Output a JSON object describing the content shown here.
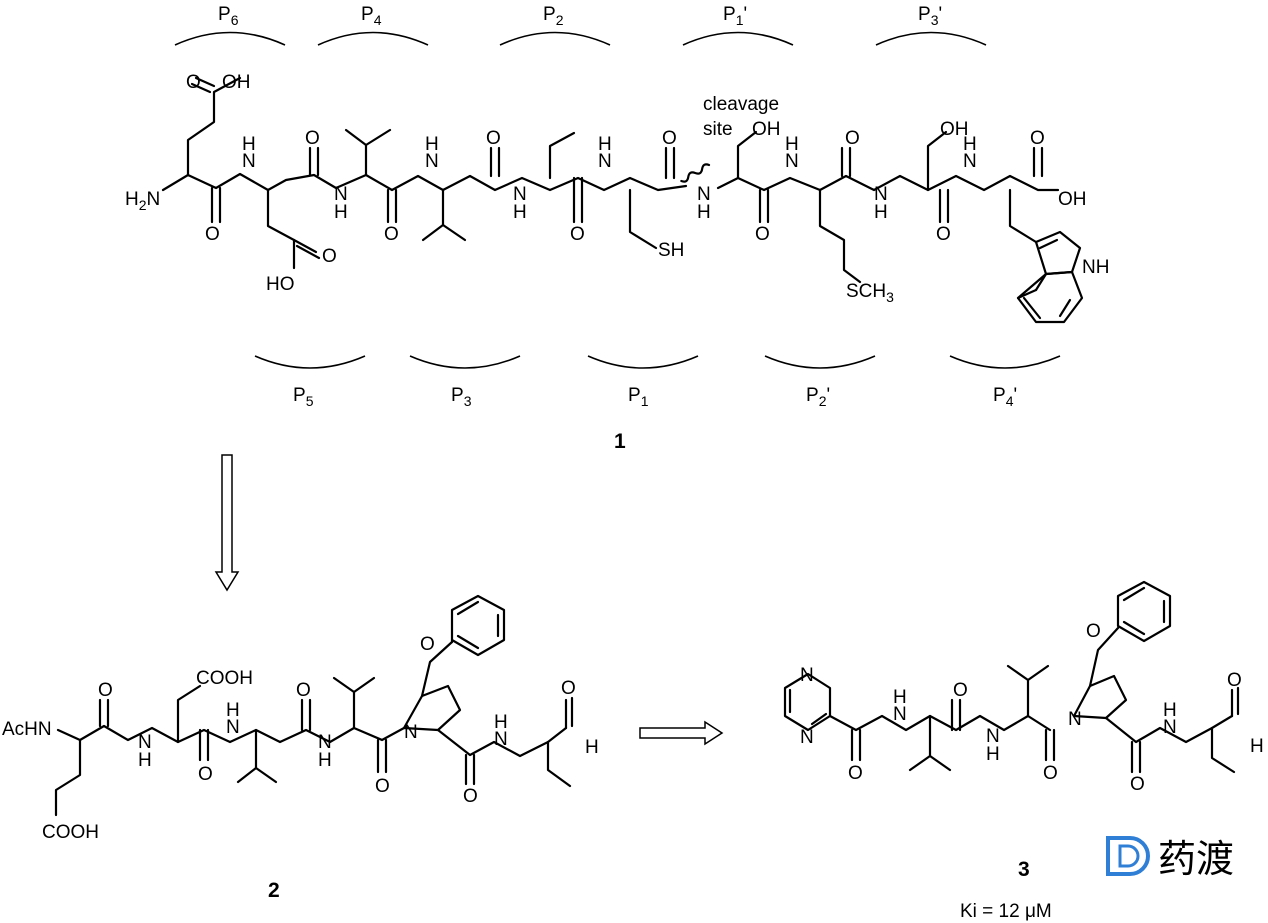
{
  "compound_1": {
    "number": "1",
    "note_line1": "cleavage",
    "note_line2": "site",
    "sites_top": [
      {
        "p": "P",
        "s": "6",
        "q": ""
      },
      {
        "p": "P",
        "s": "4",
        "q": ""
      },
      {
        "p": "P",
        "s": "2",
        "q": ""
      },
      {
        "p": "P",
        "s": "1",
        "q": "'"
      },
      {
        "p": "P",
        "s": "3",
        "q": "'"
      }
    ],
    "sites_bottom": [
      {
        "p": "P",
        "s": "5",
        "q": ""
      },
      {
        "p": "P",
        "s": "3",
        "q": ""
      },
      {
        "p": "P",
        "s": "1",
        "q": ""
      },
      {
        "p": "P",
        "s": "2",
        "q": "'"
      },
      {
        "p": "P",
        "s": "4",
        "q": "'"
      }
    ],
    "atoms": {
      "h2n": "H2N",
      "n": "N",
      "h": "H",
      "o": "O",
      "oh": "OH",
      "ho": "HO",
      "sh": "SH",
      "sch3": "SCH3"
    }
  },
  "compound_2": {
    "number": "2",
    "atoms": {
      "achn": "AcHN",
      "cooh": "COOH",
      "n": "N",
      "h": "H",
      "o": "O"
    }
  },
  "compound_3": {
    "number": "3",
    "ki": "Ki = 12 μM",
    "atoms": {
      "n": "N",
      "h": "H",
      "o": "O"
    }
  },
  "watermark": {
    "text": "药渡",
    "color": "#2f7fd6"
  }
}
